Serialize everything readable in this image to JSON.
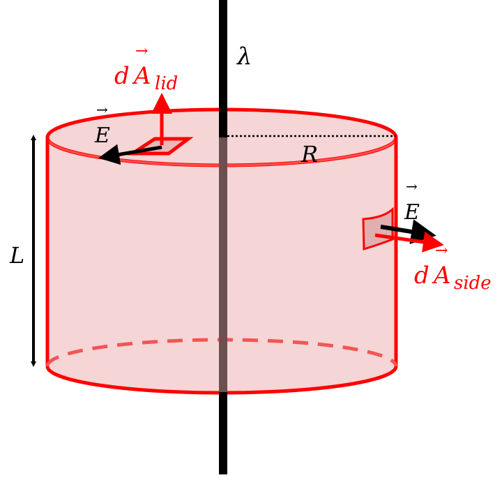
{
  "labels": {
    "line_charge": "λ",
    "area_lid_d": "d",
    "area_lid_A": "A",
    "area_lid_sub": "lid",
    "field_lid": "E",
    "radius": "R",
    "length": "L",
    "field_side": "E",
    "area_side_d": "d",
    "area_side_A": "A",
    "area_side_sub": "side",
    "vector_arrow": "→"
  },
  "colors": {
    "surface_stroke": "#ff0000",
    "surface_fill": "#f5d5d5",
    "line_charge": "#000000",
    "line_inside": "#6b5050",
    "field_vector": "#000000",
    "area_vector": "#ff0000"
  }
}
